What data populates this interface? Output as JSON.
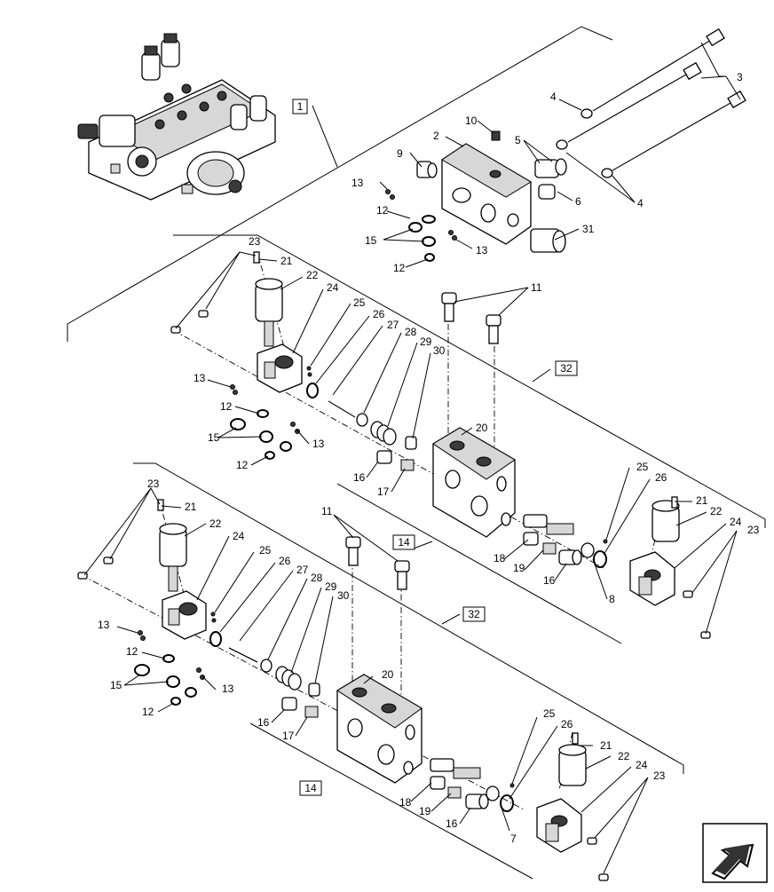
{
  "diagram": {
    "callouts": [
      {
        "id": "c3a",
        "text": "3"
      },
      {
        "id": "c4a",
        "text": "4"
      },
      {
        "id": "c4b",
        "text": "4"
      },
      {
        "id": "c10",
        "text": "10"
      },
      {
        "id": "c2",
        "text": "2"
      },
      {
        "id": "c5",
        "text": "5"
      },
      {
        "id": "c9",
        "text": "9"
      },
      {
        "id": "c6",
        "text": "6"
      },
      {
        "id": "c13a",
        "text": "13"
      },
      {
        "id": "c12a",
        "text": "12"
      },
      {
        "id": "c15a",
        "text": "15"
      },
      {
        "id": "c12b",
        "text": "12"
      },
      {
        "id": "c13b",
        "text": "13"
      },
      {
        "id": "c31",
        "text": "31"
      },
      {
        "id": "c23a",
        "text": "23"
      },
      {
        "id": "c21a",
        "text": "21"
      },
      {
        "id": "c22a",
        "text": "22"
      },
      {
        "id": "c24a",
        "text": "24"
      },
      {
        "id": "c25a",
        "text": "25"
      },
      {
        "id": "c26a",
        "text": "26"
      },
      {
        "id": "c27a",
        "text": "27"
      },
      {
        "id": "c28a",
        "text": "28"
      },
      {
        "id": "c29a",
        "text": "29"
      },
      {
        "id": "c30a",
        "text": "30"
      },
      {
        "id": "c11a",
        "text": "11"
      },
      {
        "id": "c13c",
        "text": "13"
      },
      {
        "id": "c12c",
        "text": "12"
      },
      {
        "id": "c15b",
        "text": "15"
      },
      {
        "id": "c13d",
        "text": "13"
      },
      {
        "id": "c12d",
        "text": "12"
      },
      {
        "id": "c20a",
        "text": "20"
      },
      {
        "id": "c16a",
        "text": "16"
      },
      {
        "id": "c17a",
        "text": "17"
      },
      {
        "id": "c25b",
        "text": "25"
      },
      {
        "id": "c26b",
        "text": "26"
      },
      {
        "id": "c21b",
        "text": "21"
      },
      {
        "id": "c22b",
        "text": "22"
      },
      {
        "id": "c24b",
        "text": "24"
      },
      {
        "id": "c23b",
        "text": "23"
      },
      {
        "id": "c18a",
        "text": "18"
      },
      {
        "id": "c19a",
        "text": "19"
      },
      {
        "id": "c16b",
        "text": "16"
      },
      {
        "id": "c8",
        "text": "8"
      },
      {
        "id": "c23c",
        "text": "23"
      },
      {
        "id": "c21c",
        "text": "21"
      },
      {
        "id": "c22c",
        "text": "22"
      },
      {
        "id": "c24c",
        "text": "24"
      },
      {
        "id": "c11b",
        "text": "11"
      },
      {
        "id": "c25c",
        "text": "25"
      },
      {
        "id": "c26c",
        "text": "26"
      },
      {
        "id": "c27b",
        "text": "27"
      },
      {
        "id": "c28b",
        "text": "28"
      },
      {
        "id": "c29b",
        "text": "29"
      },
      {
        "id": "c30b",
        "text": "30"
      },
      {
        "id": "c13e",
        "text": "13"
      },
      {
        "id": "c12e",
        "text": "12"
      },
      {
        "id": "c15c",
        "text": "15"
      },
      {
        "id": "c13f",
        "text": "13"
      },
      {
        "id": "c12f",
        "text": "12"
      },
      {
        "id": "c20b",
        "text": "20"
      },
      {
        "id": "c16c",
        "text": "16"
      },
      {
        "id": "c17b",
        "text": "17"
      },
      {
        "id": "c25d",
        "text": "25"
      },
      {
        "id": "c26d",
        "text": "26"
      },
      {
        "id": "c21d",
        "text": "21"
      },
      {
        "id": "c22d",
        "text": "22"
      },
      {
        "id": "c24d",
        "text": "24"
      },
      {
        "id": "c23d",
        "text": "23"
      },
      {
        "id": "c18b",
        "text": "18"
      },
      {
        "id": "c19b",
        "text": "19"
      },
      {
        "id": "c16d",
        "text": "16"
      },
      {
        "id": "c7",
        "text": "7"
      }
    ],
    "boxed_refs": [
      {
        "id": "b1",
        "text": "1"
      },
      {
        "id": "b32a",
        "text": "32"
      },
      {
        "id": "b14a",
        "text": "14"
      },
      {
        "id": "b32b",
        "text": "32"
      },
      {
        "id": "b14b",
        "text": "14"
      }
    ],
    "nav_icon": "next-page-arrow-icon"
  }
}
